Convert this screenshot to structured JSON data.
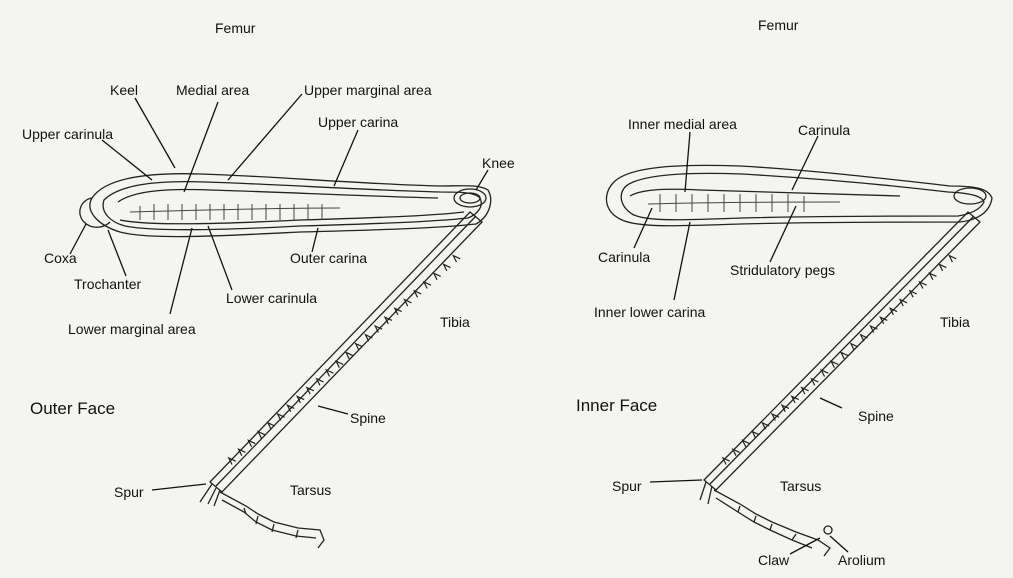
{
  "outer": {
    "femur": "Femur",
    "keel": "Keel",
    "medial_area": "Medial area",
    "upper_marginal_area": "Upper marginal area",
    "upper_carinula": "Upper carinula",
    "upper_carina": "Upper carina",
    "knee": "Knee",
    "coxa": "Coxa",
    "trochanter": "Trochanter",
    "outer_carina": "Outer carina",
    "lower_carinula": "Lower carinula",
    "lower_marginal_area": "Lower marginal area",
    "tibia": "Tibia",
    "face": "Outer Face",
    "spine": "Spine",
    "spur": "Spur",
    "tarsus": "Tarsus"
  },
  "inner": {
    "femur": "Femur",
    "inner_medial_area": "Inner medial area",
    "carinula_top": "Carinula",
    "carinula": "Carinula",
    "stridulatory_pegs": "Stridulatory pegs",
    "inner_lower_carina": "Inner lower carina",
    "tibia": "Tibia",
    "face": "Inner Face",
    "spine": "Spine",
    "spur": "Spur",
    "tarsus": "Tarsus",
    "claw": "Claw",
    "arolium": "Arolium"
  }
}
